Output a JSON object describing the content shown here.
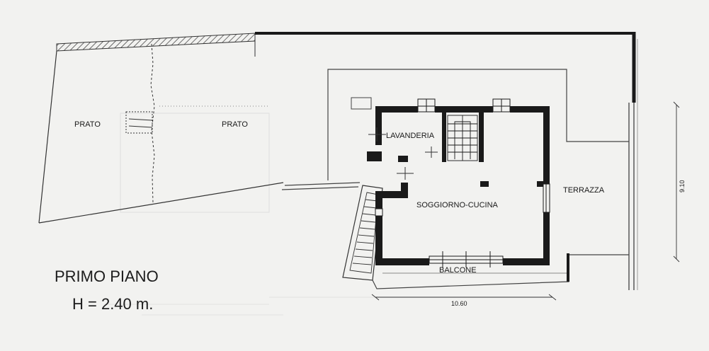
{
  "plan": {
    "title": "PRIMO PIANO",
    "height_note": "H = 2.40 m."
  },
  "rooms": {
    "prato_left": "PRATO",
    "prato_right": "PRATO",
    "lavanderia": "LAVANDERIA",
    "soggiorno": "SOGGIORNO-CUCINA",
    "terrazza": "TERRAZZA",
    "balcone": "BALCONE"
  },
  "dimensions": {
    "width": "10.60",
    "depth": "9.10"
  },
  "colors": {
    "paper": "#f2f2f0",
    "wall": "#1a1a1a",
    "thin_line": "#555555",
    "ghost": "#cfcfcf"
  }
}
